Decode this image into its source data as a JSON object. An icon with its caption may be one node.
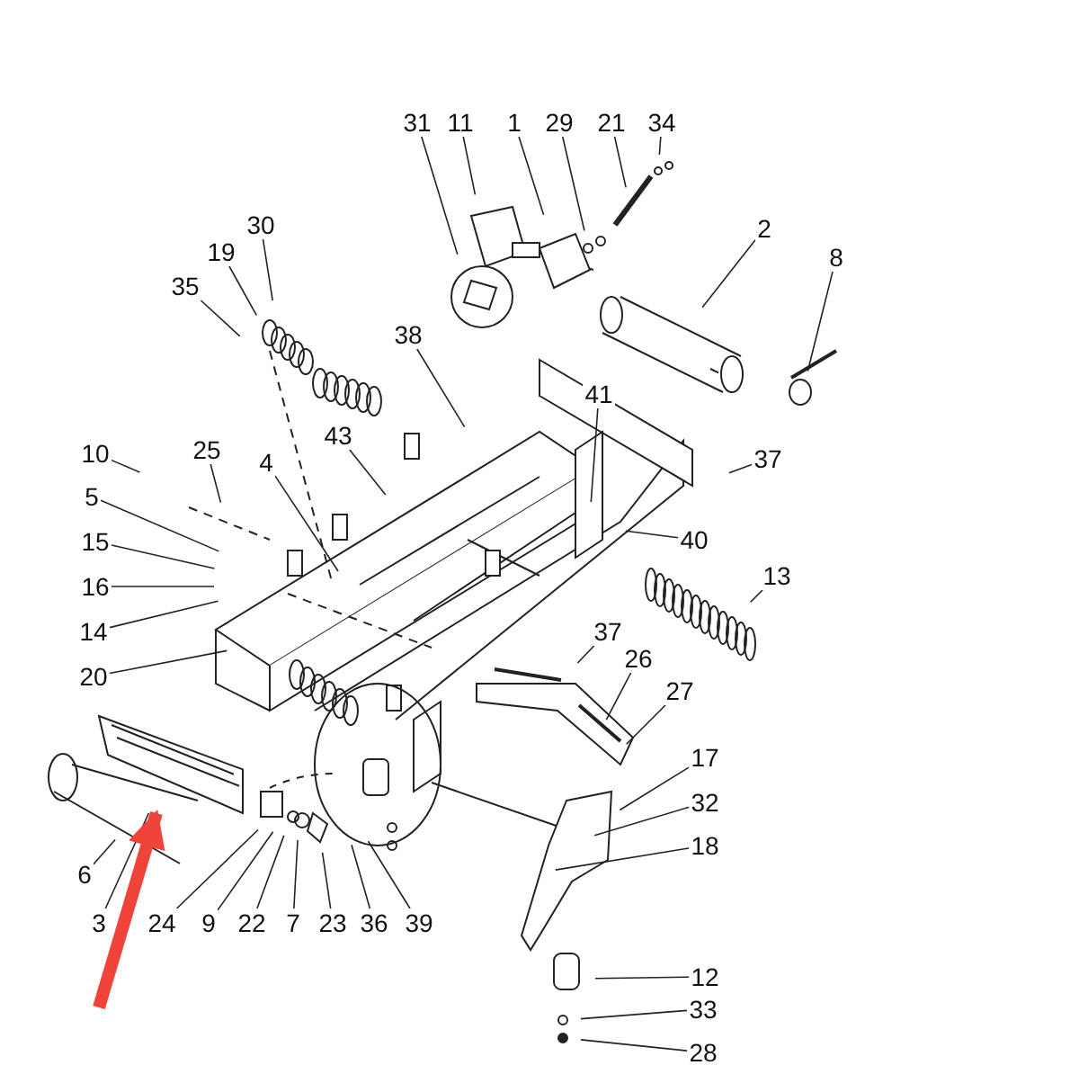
{
  "diagram": {
    "nodes": [
      {
        "text": [
          "31"
        ]
      },
      {
        "text": [
          "11"
        ]
      },
      {
        "text": [
          "1"
        ]
      },
      {
        "text": [
          "29"
        ]
      },
      {
        "text": [
          "21"
        ]
      },
      {
        "text": [
          "34"
        ]
      },
      {
        "text": [
          "2"
        ]
      },
      {
        "text": [
          "8"
        ]
      },
      {
        "text": [
          "30"
        ]
      },
      {
        "text": [
          "19"
        ]
      },
      {
        "text": [
          "35"
        ]
      },
      {
        "text": [
          "38"
        ]
      },
      {
        "text": [
          "41"
        ]
      },
      {
        "text": [
          "37"
        ]
      },
      {
        "text": [
          "40"
        ]
      },
      {
        "text": [
          "10"
        ]
      },
      {
        "text": [
          "25"
        ]
      },
      {
        "text": [
          "43"
        ]
      },
      {
        "text": [
          "4"
        ]
      },
      {
        "text": [
          "5"
        ]
      },
      {
        "text": [
          "15"
        ]
      },
      {
        "text": [
          "16"
        ]
      },
      {
        "text": [
          "14"
        ]
      },
      {
        "text": [
          "13"
        ]
      },
      {
        "text": [
          "20"
        ]
      },
      {
        "text": [
          "37"
        ]
      },
      {
        "text": [
          "26"
        ]
      },
      {
        "text": [
          "27"
        ]
      },
      {
        "text": [
          "17"
        ]
      },
      {
        "text": [
          "32"
        ]
      },
      {
        "text": [
          "18"
        ]
      },
      {
        "text": [
          "6"
        ]
      },
      {
        "text": [
          "3"
        ]
      },
      {
        "text": [
          "24"
        ]
      },
      {
        "text": [
          "9"
        ]
      },
      {
        "text": [
          "22"
        ]
      },
      {
        "text": [
          "7"
        ]
      },
      {
        "text": [
          "23"
        ]
      },
      {
        "text": [
          "36"
        ]
      },
      {
        "text": [
          "39"
        ]
      },
      {
        "text": [
          "12"
        ]
      },
      {
        "text": [
          "33"
        ]
      },
      {
        "text": [
          "28"
        ]
      },
      {
        "text": [],
        "shape": "picture"
      }
    ],
    "edges": [
      {
        "from": 0,
        "to": null,
        "arrow": "none"
      },
      {
        "from": 1,
        "to": null,
        "arrow": "none"
      },
      {
        "from": 2,
        "to": null,
        "arrow": "none"
      },
      {
        "from": 3,
        "to": null,
        "arrow": "none"
      },
      {
        "from": 4,
        "to": null,
        "arrow": "none"
      },
      {
        "from": 5,
        "to": null,
        "arrow": "none"
      },
      {
        "from": 6,
        "to": null,
        "arrow": "none"
      },
      {
        "from": 7,
        "to": null,
        "arrow": "none"
      },
      {
        "from": 8,
        "to": null,
        "arrow": "none"
      },
      {
        "from": 9,
        "to": null,
        "arrow": "none"
      },
      {
        "from": 10,
        "to": null,
        "arrow": "none"
      },
      {
        "from": 11,
        "to": null,
        "arrow": "none"
      },
      {
        "from": 12,
        "to": null,
        "arrow": "none"
      },
      {
        "from": 13,
        "to": null,
        "arrow": "none"
      },
      {
        "from": 14,
        "to": null,
        "arrow": "none"
      },
      {
        "from": 15,
        "to": null,
        "arrow": "none"
      },
      {
        "from": 16,
        "to": null,
        "arrow": "none"
      },
      {
        "from": 17,
        "to": null,
        "arrow": "none"
      },
      {
        "from": 18,
        "to": null,
        "arrow": "none"
      },
      {
        "from": 19,
        "to": null,
        "arrow": "none"
      },
      {
        "from": 20,
        "to": null,
        "arrow": "none"
      },
      {
        "from": 21,
        "to": null,
        "arrow": "none"
      },
      {
        "from": 22,
        "to": null,
        "arrow": "none"
      },
      {
        "from": 23,
        "to": null,
        "arrow": "none"
      },
      {
        "from": 24,
        "to": null,
        "arrow": "none"
      },
      {
        "from": 25,
        "to": null,
        "arrow": "none"
      },
      {
        "from": 26,
        "to": null,
        "arrow": "none"
      },
      {
        "from": 27,
        "to": null,
        "arrow": "none"
      },
      {
        "from": 28,
        "to": null,
        "arrow": "none"
      },
      {
        "from": 29,
        "to": null,
        "arrow": "none"
      },
      {
        "from": 30,
        "to": null,
        "arrow": "none"
      },
      {
        "from": 31,
        "to": null,
        "arrow": "none"
      },
      {
        "from": 32,
        "to": 43,
        "arrow": "none"
      },
      {
        "from": 33,
        "to": null,
        "arrow": "none"
      },
      {
        "from": 34,
        "to": null,
        "arrow": "none"
      },
      {
        "from": 35,
        "to": null,
        "arrow": "none"
      },
      {
        "from": 36,
        "to": null,
        "arrow": "none"
      },
      {
        "from": 37,
        "to": null,
        "arrow": "none"
      },
      {
        "from": 38,
        "to": null,
        "arrow": "none"
      },
      {
        "from": 39,
        "to": null,
        "arrow": "none"
      },
      {
        "from": 40,
        "to": null,
        "arrow": "none"
      },
      {
        "from": 41,
        "to": null,
        "arrow": "none"
      },
      {
        "from": 42,
        "to": null,
        "arrow": "none"
      },
      {
        "from": null,
        "to": 43,
        "arrow": "to",
        "style": "thick",
        "color": "#f0443a"
      }
    ]
  }
}
